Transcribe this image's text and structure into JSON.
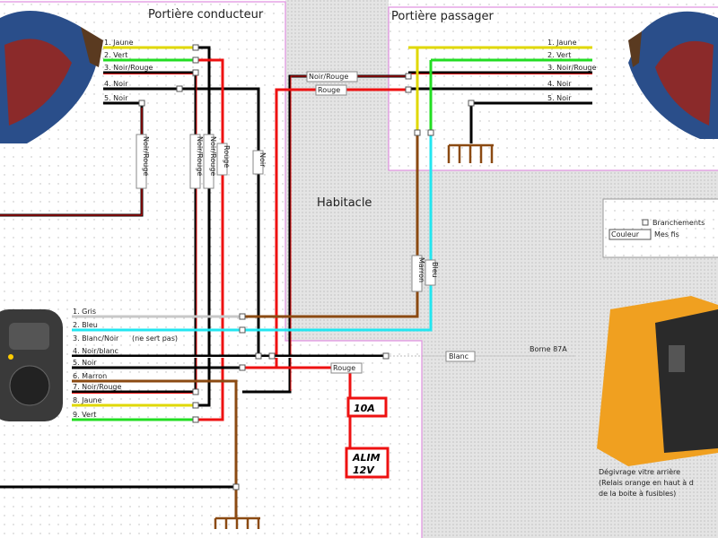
{
  "zones": {
    "driver_door": "Portière conducteur",
    "passenger_door": "Portière passager",
    "cabin": "Habitacle"
  },
  "driver_wires": [
    "1. Jaune",
    "2. Vert",
    "3. Noir/Rouge",
    "4. Noir",
    "5. Noir"
  ],
  "passenger_wires": [
    "1. Jaune",
    "2. Vert",
    "3. Noir/Rouge",
    "4. Noir",
    "5. Noir"
  ],
  "switch_wires": [
    "1. Gris",
    "2. Bleu",
    "3. Blanc/Noir",
    "4. Noir/blanc",
    "5. Noir",
    "6. Marron",
    "7. Noir/Rouge",
    "8. Jaune",
    "9. Vert"
  ],
  "switch_wire_note": "(ne sert pas)",
  "tags": {
    "noir_rouge_driver": "Noir/Rouge",
    "noir_rouge_1": "Noir/Rouge",
    "noir_rouge_2": "Noir/Rouge",
    "rouge_vertical": "Rouge",
    "noir_vertical": "Noir",
    "noir_rouge_h": "Noir/Rouge",
    "rouge_h": "Rouge",
    "marron": "Marron",
    "bleu": "Bleu",
    "blanc": "Blanc",
    "rouge_alim": "Rouge"
  },
  "borne": "Borne 87A",
  "fuse": "10A",
  "power": {
    "line1": "ALIM",
    "line2": "12V"
  },
  "legend": {
    "connections": "Branchements",
    "color_swatch": "Couleur",
    "wires": "Mes fis"
  },
  "relay_caption": [
    "Dégivrage vitre arrière",
    "(Relais orange en haut à d",
    "de la boite à fusibles)"
  ],
  "colors": {
    "jaune": "#e0d800",
    "vert": "#22dd22",
    "rouge": "#ee1111",
    "noir": "#000000",
    "marron": "#8b4a12",
    "bleu": "#22e6f0",
    "gris": "#c8c8c8",
    "zone_border": "#e090e0",
    "relay": "#f0a020"
  }
}
